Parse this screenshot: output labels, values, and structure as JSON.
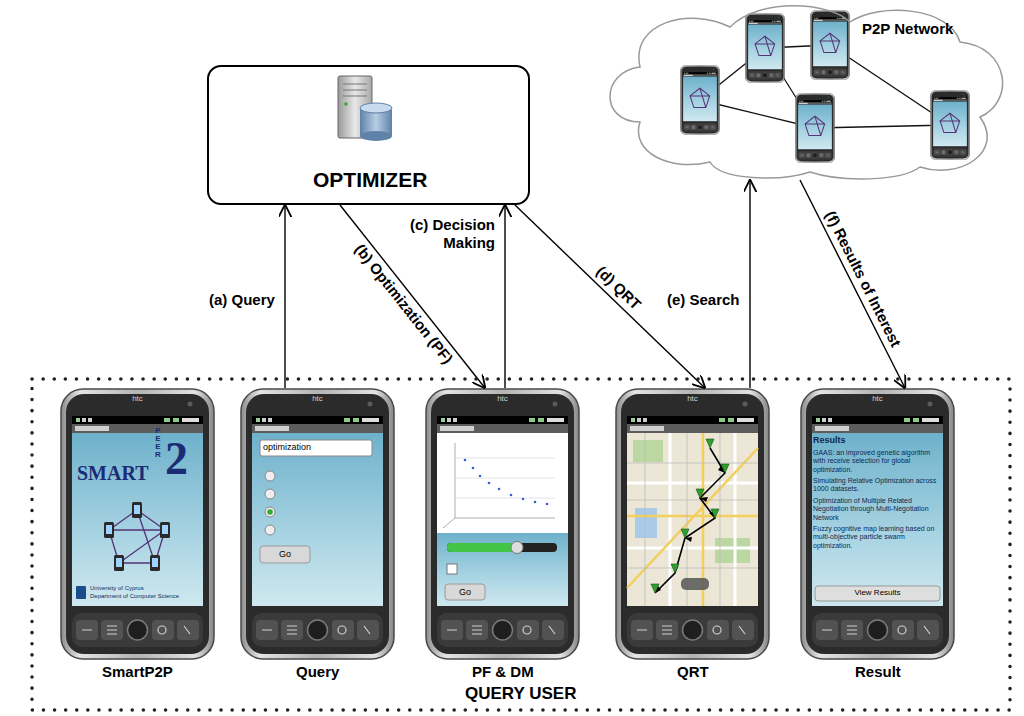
{
  "diagram": {
    "nodes": [
      {
        "text": [
          "OPTIMIZER"
        ]
      },
      {
        "text": [
          "P2P Network"
        ]
      },
      {
        "text": [
          "QUERY USER"
        ]
      },
      {
        "text": [
          "SmartP2P"
        ],
        "in": 2
      },
      {
        "text": [
          "Query"
        ],
        "in": 2
      },
      {
        "text": [
          "PF & DM"
        ],
        "in": 2
      },
      {
        "text": [
          "QRT"
        ],
        "in": 2
      },
      {
        "text": [
          "Result"
        ],
        "in": 2
      }
    ],
    "edges": [
      {
        "from": 4,
        "to": 0,
        "arrow": "to",
        "label": "(a) Query"
      },
      {
        "from": 0,
        "to": 5,
        "arrow": "to",
        "label": "(b) Optimization (PF)"
      },
      {
        "from": 5,
        "to": 0,
        "arrow": "to",
        "label": "(c) Decision Making"
      },
      {
        "from": 0,
        "to": 6,
        "arrow": "to",
        "label": "(d) QRT"
      },
      {
        "from": 6,
        "to": 1,
        "arrow": "to",
        "label": "(e) Search"
      },
      {
        "from": 1,
        "to": 7,
        "arrow": "to",
        "label": "(f) Results of Interest"
      }
    ],
    "labels": [
      "htc",
      "htc",
      "htc",
      "htc",
      "htc",
      "SMART",
      "PEER",
      "2",
      "University of Cyprus",
      "Department of Computer Science",
      "optimization",
      "Go",
      "Go",
      "Results",
      "GAAS: an improved genetic algorithm with receive selection for global optimization.",
      "Simulating Relative Optimization across 1000 datasets.",
      "Optimization of Multiple Related Negotiation through Multi-Negotiation Network",
      "Fuzzy cognitive map learning based on multi-objective particle swarm optimization.",
      "View Results"
    ]
  }
}
